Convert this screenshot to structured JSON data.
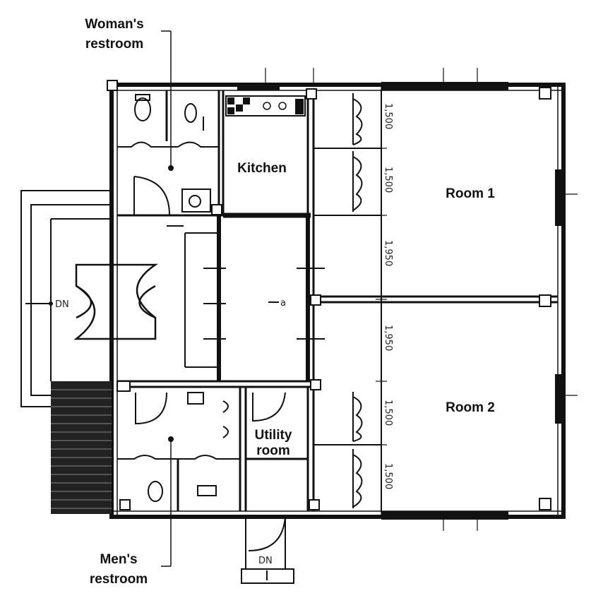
{
  "labels": {
    "womans_restroom_line1": "Woman's",
    "womans_restroom_line2": "restroom",
    "kitchen": "Kitchen",
    "room1": "Room 1",
    "room2": "Room 2",
    "utility_line1": "Utility",
    "utility_line2": "room",
    "mens_restroom_line1": "Men's",
    "mens_restroom_line2": "restroom"
  },
  "marks": {
    "stair_down_left": "DN",
    "stair_down_bottom": "DN",
    "corridor_mark": "a"
  },
  "dimensions": [
    "1,500",
    "1,500",
    "1,950",
    "1,950",
    "1,500",
    "1,500"
  ]
}
